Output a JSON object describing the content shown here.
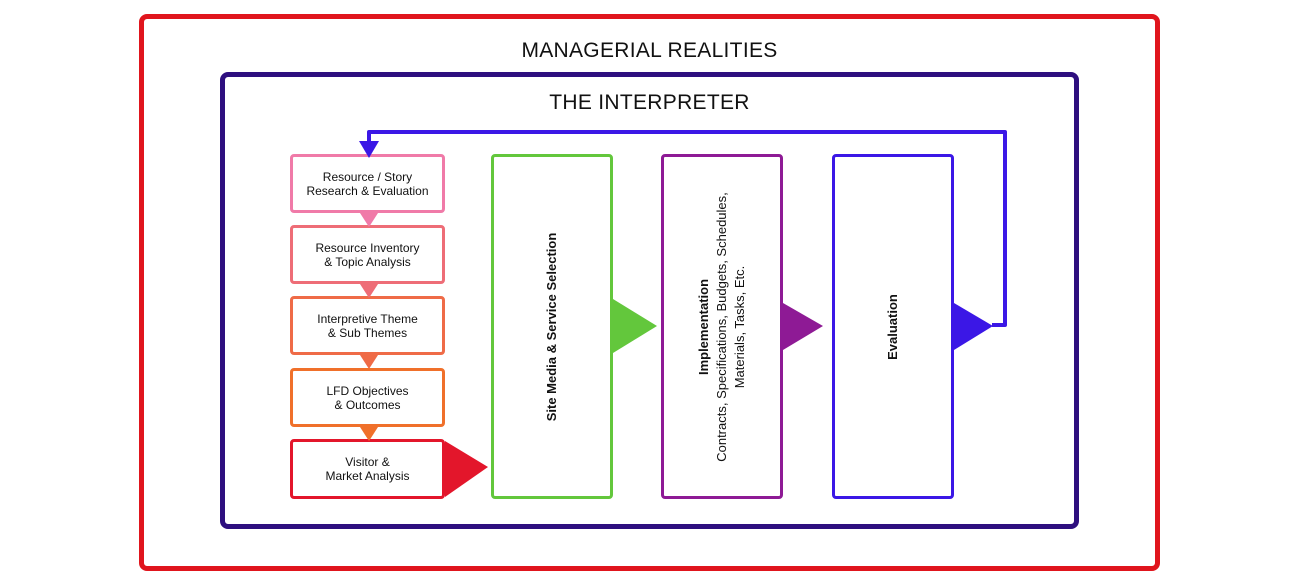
{
  "outer_frame": {
    "title": "MANAGERIAL REALITIES"
  },
  "inner_frame": {
    "title": "THE INTERPRETER"
  },
  "steps": [
    {
      "label": "Resource / Story\nResearch & Evaluation",
      "color": "#f07aa8"
    },
    {
      "label": "Resource Inventory\n& Topic Analysis",
      "color": "#ee6d77"
    },
    {
      "label": "Interpretive Theme\n& Sub Themes",
      "color": "#ef6b47"
    },
    {
      "label": "LFD Objectives\n& Outcomes",
      "color": "#f0702a"
    },
    {
      "label": "Visitor &\nMarket Analysis",
      "color": "#e3162b"
    }
  ],
  "stages": {
    "site_media": {
      "label": "Site Media & Service Selection",
      "color": "#63c73c"
    },
    "implementation": {
      "label": "Implementation",
      "sub": "Contracts, Specifications, Budgets, Schedules,\nMaterials, Tasks, Etc.",
      "color": "#8e1a95"
    },
    "evaluation": {
      "label": "Evaluation",
      "color": "#3b17e6"
    }
  },
  "colors": {
    "outer_border": "#e0151d",
    "inner_border": "#2e0f7f",
    "feedback_loop": "#3b17e6"
  }
}
